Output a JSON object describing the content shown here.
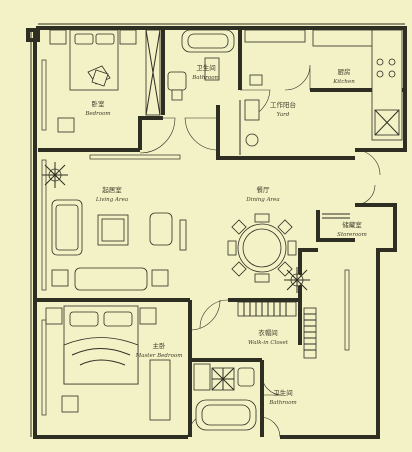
{
  "rooms": [
    {
      "id": "bedroom",
      "zh": "卧室",
      "en": "Bedroom"
    },
    {
      "id": "bathroom-top",
      "zh": "卫生间",
      "en": "Bathroom"
    },
    {
      "id": "kitchen",
      "zh": "厨房",
      "en": "Kitchen"
    },
    {
      "id": "yard",
      "zh": "工作阳台",
      "en": "Yard"
    },
    {
      "id": "living",
      "zh": "起居室",
      "en": "Living Area"
    },
    {
      "id": "dining",
      "zh": "餐厅",
      "en": "Dining Area"
    },
    {
      "id": "storeroom",
      "zh": "储藏室",
      "en": "Storeroom"
    },
    {
      "id": "master",
      "zh": "主卧",
      "en": "Master Bedroom"
    },
    {
      "id": "closet",
      "zh": "衣帽间",
      "en": "Walk-in Closet"
    },
    {
      "id": "bathroom-bottom",
      "zh": "卫生间",
      "en": "Bathroom"
    }
  ],
  "colors": {
    "background": "#f3f1c6",
    "ink": "#2e2e22"
  }
}
